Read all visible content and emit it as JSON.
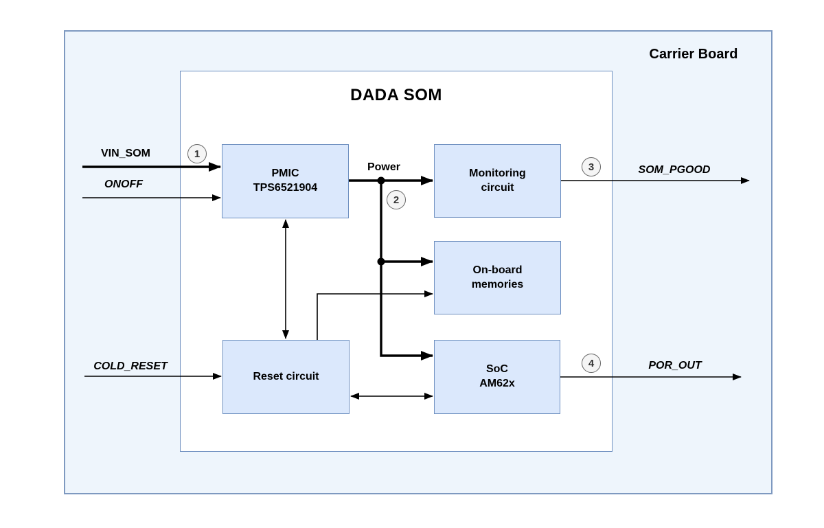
{
  "diagram": {
    "carrier_board_label": "Carrier Board",
    "som_label": "DADA SOM",
    "nodes": {
      "pmic": {
        "label": "PMIC\nTPS6521904"
      },
      "monitoring": {
        "label": "Monitoring\ncircuit"
      },
      "memories": {
        "label": "On-board\nmemories"
      },
      "reset": {
        "label": "Reset circuit"
      },
      "soc": {
        "label": "SoC\nAM62x"
      }
    },
    "signals": {
      "vin_som": "VIN_SOM",
      "onoff": "ONOFF",
      "cold_reset": "COLD_RESET",
      "power": "Power",
      "som_pgood": "SOM_PGOOD",
      "por_out": "POR_OUT"
    },
    "markers": {
      "m1": "1",
      "m2": "2",
      "m3": "3",
      "m4": "4"
    },
    "colors": {
      "block_fill": "#dbe8fc",
      "block_border": "#6c8ebf",
      "board_fill": "#eef5fc",
      "board_border": "#7e99c0",
      "som_fill": "#ffffff",
      "wire": "#000000",
      "marker_fill": "#f5f5f5",
      "marker_border": "#666666"
    }
  }
}
